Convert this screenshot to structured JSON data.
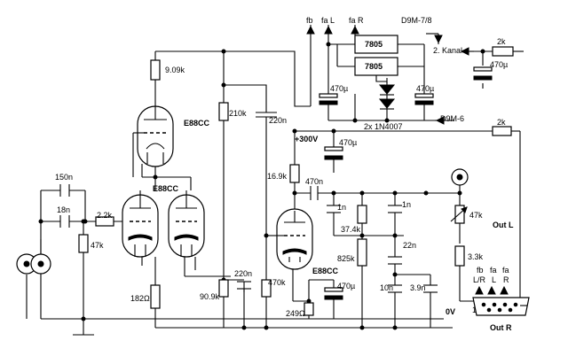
{
  "labels": {
    "r_9k09": "9.09k",
    "r_210k": "210k",
    "c_220n_top": "220n",
    "tube_e88cc_top": "E88CC",
    "v_300": "+300V",
    "c_470u_hv": "470µ",
    "r_16k9": "16.9k",
    "c_470n": "470n",
    "c_150n": "150n",
    "c_18n": "18n",
    "r_2k2": "2.2k",
    "r_47k_in": "47k",
    "tube_e88cc_mid": "E88CC",
    "r_182": "182Ω",
    "r_90k9": "90.9k",
    "c_220n_bot": "220n",
    "r_470k": "470k",
    "tube_e88cc_bot": "E88CC",
    "c_470u_cath": "470µ",
    "r_249": "249Ω",
    "r_825k": "825k",
    "c_1n_a": "1n",
    "c_1n_b": "1n",
    "r_37k4": "37.4k",
    "c_22n": "22n",
    "c_10n": "10n",
    "c_3n9": "3.9n",
    "pot_47k": "47k",
    "out_l": "Out L",
    "r_3k3": "3.3k",
    "v_0": "0V",
    "out_r": "Out R",
    "conn_fb": "fb",
    "conn_lr": "L/R",
    "conn_fa1": "fa",
    "conn_l": "L",
    "conn_fa2": "fa",
    "conn_r": "R",
    "conn_pin1": "1",
    "ps_fb": "fb",
    "ps_fal": "fa L",
    "ps_far": "fa R",
    "ps_d9m78": "D9M-7/8",
    "reg_7805_a": "7805",
    "reg_7805_b": "7805",
    "ps_c470_l": "470µ",
    "ps_c470_r": "470µ",
    "ps_diode": "2x 1N4007",
    "ps_d9m6": "D9M-6",
    "ch2_label": "2. Kanal",
    "r_2k_a": "2k",
    "c_470u_ch2": "470µ",
    "r_2k_b": "2k"
  }
}
